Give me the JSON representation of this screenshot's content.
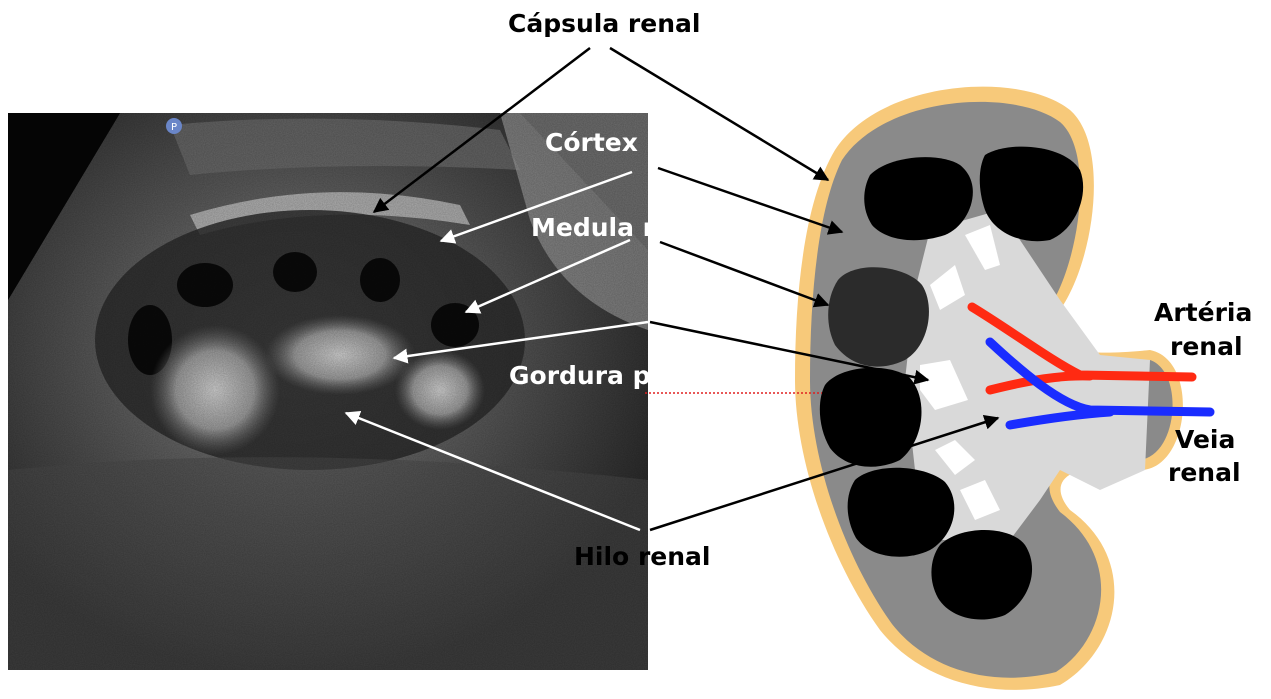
{
  "labels": {
    "capsula": "Cápsula renal",
    "cortex": "Córtex renal",
    "medula": "Medula renal",
    "gordura": "Gordura pericaliceal",
    "hilo": "Hilo renal",
    "arteria_line1": "Artéria",
    "arteria_line2": "renal",
    "veia_line1": "Veia",
    "veia_line2": "renal",
    "probe_marker": "P"
  },
  "colors": {
    "capsule": "#f7c97a",
    "cortex": "#8a8a8a",
    "medulla_pyramid": "#000000",
    "medulla_highlighted": "#2b2b2b",
    "sinus_fat": "#d9d9d9",
    "artery": "#ff2a12",
    "vein": "#1a2cff",
    "ultrasound_background": "#050505",
    "annotation_dotted": "#e02020"
  }
}
